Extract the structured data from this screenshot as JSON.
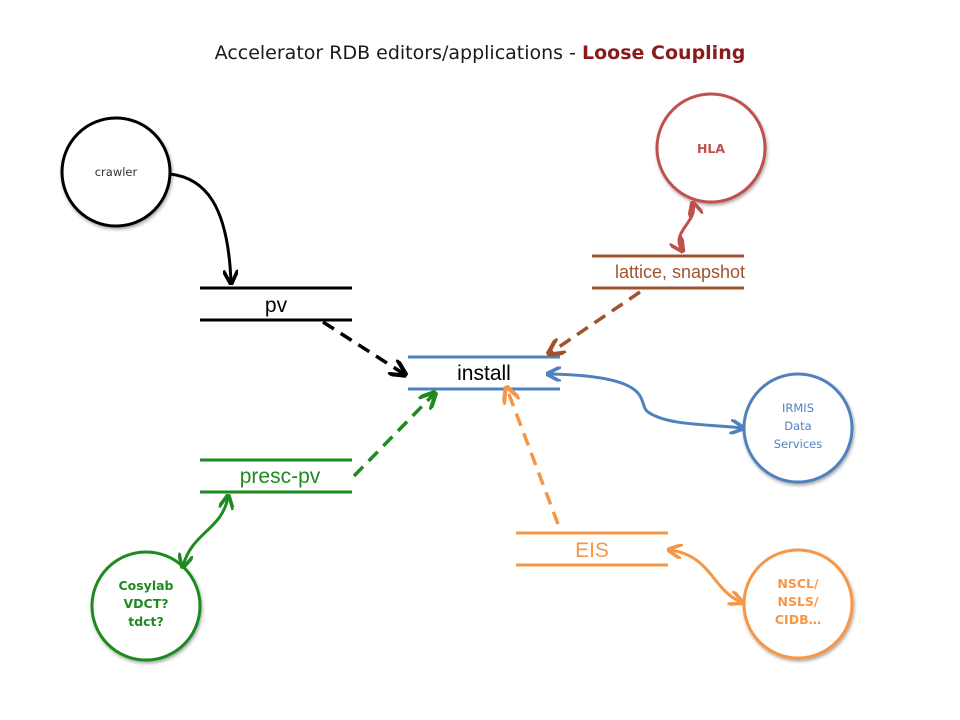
{
  "title": {
    "main": "Accelerator RDB editors/applications - ",
    "accent": "Loose Coupling"
  },
  "tables": {
    "pv": "pv",
    "install": "install",
    "presc_pv": "presc-pv",
    "lattice": "lattice, snapshot",
    "eis": "EIS"
  },
  "nodes": {
    "crawler": [
      "crawler"
    ],
    "hla": [
      "HLA"
    ],
    "irmis": [
      "IRMIS",
      "Data",
      "Services"
    ],
    "cosylab": [
      "Cosylab",
      "VDCT?",
      "tdct?"
    ],
    "nscl": [
      "NSCL/",
      "NSLS/",
      "CIDB…"
    ]
  },
  "colors": {
    "black": "#000000",
    "blue": "#4f81bd",
    "green": "#1f8a1f",
    "red": "#c0504d",
    "brown": "#a0522d",
    "orange": "#f79646",
    "title_accent": "#8b1a1a"
  }
}
